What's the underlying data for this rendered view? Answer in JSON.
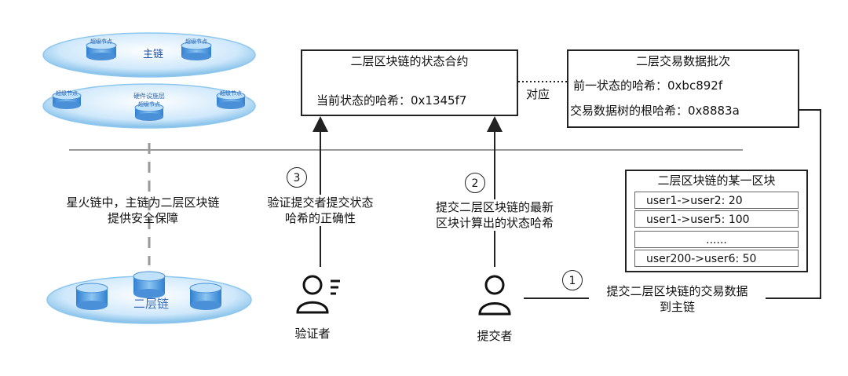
{
  "mainchain": {
    "label": "主链",
    "super_node": "超级节点",
    "infra_layer": "硬件设施层"
  },
  "l2chain": {
    "label": "二层链"
  },
  "left_note": {
    "line1": "星火链中，主链为二层区块链",
    "line2": "提供安全保障"
  },
  "state_contract": {
    "title": "二层区块链的状态合约",
    "current_hash": "当前状态的哈希：0x1345f7"
  },
  "relation_label": "对应",
  "tx_batch": {
    "title": "二层交易数据批次",
    "prev_hash": "前一状态的哈希：0xbc892f",
    "root_hash": "交易数据树的根哈希：0x8883a"
  },
  "l2_block": {
    "title": "二层区块链的某一区块",
    "rows": [
      "user1->user2: 20",
      "user1->user5: 100",
      "......",
      "user200->user6: 50"
    ]
  },
  "steps": {
    "s1": {
      "number": "1",
      "line1": "提交二层区块链的交易数据",
      "line2": "到主链"
    },
    "s2": {
      "number": "2",
      "line1": "提交二层区块链的最新",
      "line2": "区块计算出的状态哈希"
    },
    "s3": {
      "number": "3",
      "line1": "验证提交者提交状态",
      "line2": "哈希的正确性"
    }
  },
  "actors": {
    "verifier": "验证者",
    "submitter": "提交者"
  },
  "colors": {
    "disk_blue": "#7fbde8",
    "disk_light": "#dcefff",
    "node_blue": "#4a90d9",
    "line": "#222222"
  }
}
